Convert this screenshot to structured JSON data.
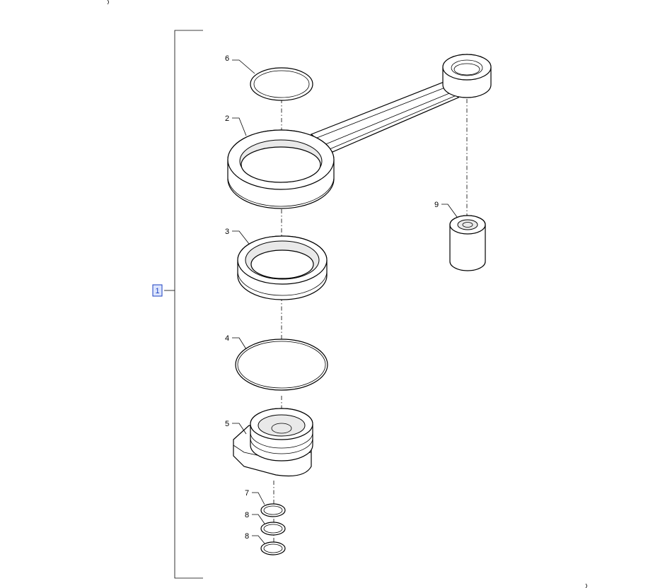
{
  "diagram": {
    "assembly_callout": "1",
    "callouts": {
      "c6": "6",
      "c2": "2",
      "c3": "3",
      "c4": "4",
      "c5": "5",
      "c7": "7",
      "c8a": "8",
      "c8b": "8",
      "c9": "9"
    },
    "colors": {
      "line": "#000000",
      "callout_highlight_fill": "#dde6ff",
      "callout_highlight_stroke": "#1b3fbf"
    }
  }
}
